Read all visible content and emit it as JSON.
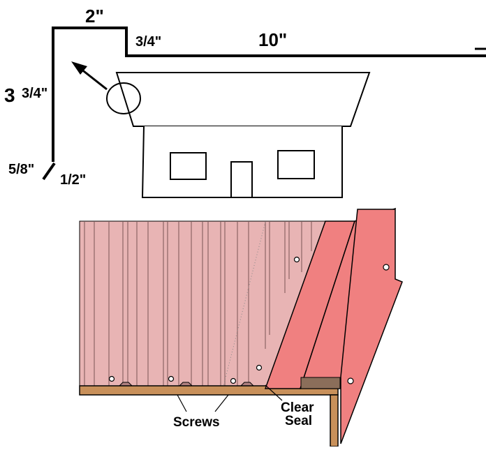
{
  "dimensions": {
    "top_width": "2\"",
    "step_height": "3/4\"",
    "run_length": "10\"",
    "side_whole": "3",
    "side_fraction": "3/4\"",
    "hem_length": "5/8\"",
    "hem_gap": "1/2\""
  },
  "callouts": {
    "screws": "Screws",
    "clear_seal_line1": "Clear",
    "clear_seal_line2": "Seal"
  },
  "colors": {
    "outline": "#000000",
    "panel_fill": "#e8b4b4",
    "flashing_fill": "#f08080",
    "board_fill": "#c8905a",
    "block_fill": "#8b6e5a"
  },
  "icons": {
    "detail_circle": "magnify-circle-icon",
    "detail_arrow": "arrow-icon"
  }
}
